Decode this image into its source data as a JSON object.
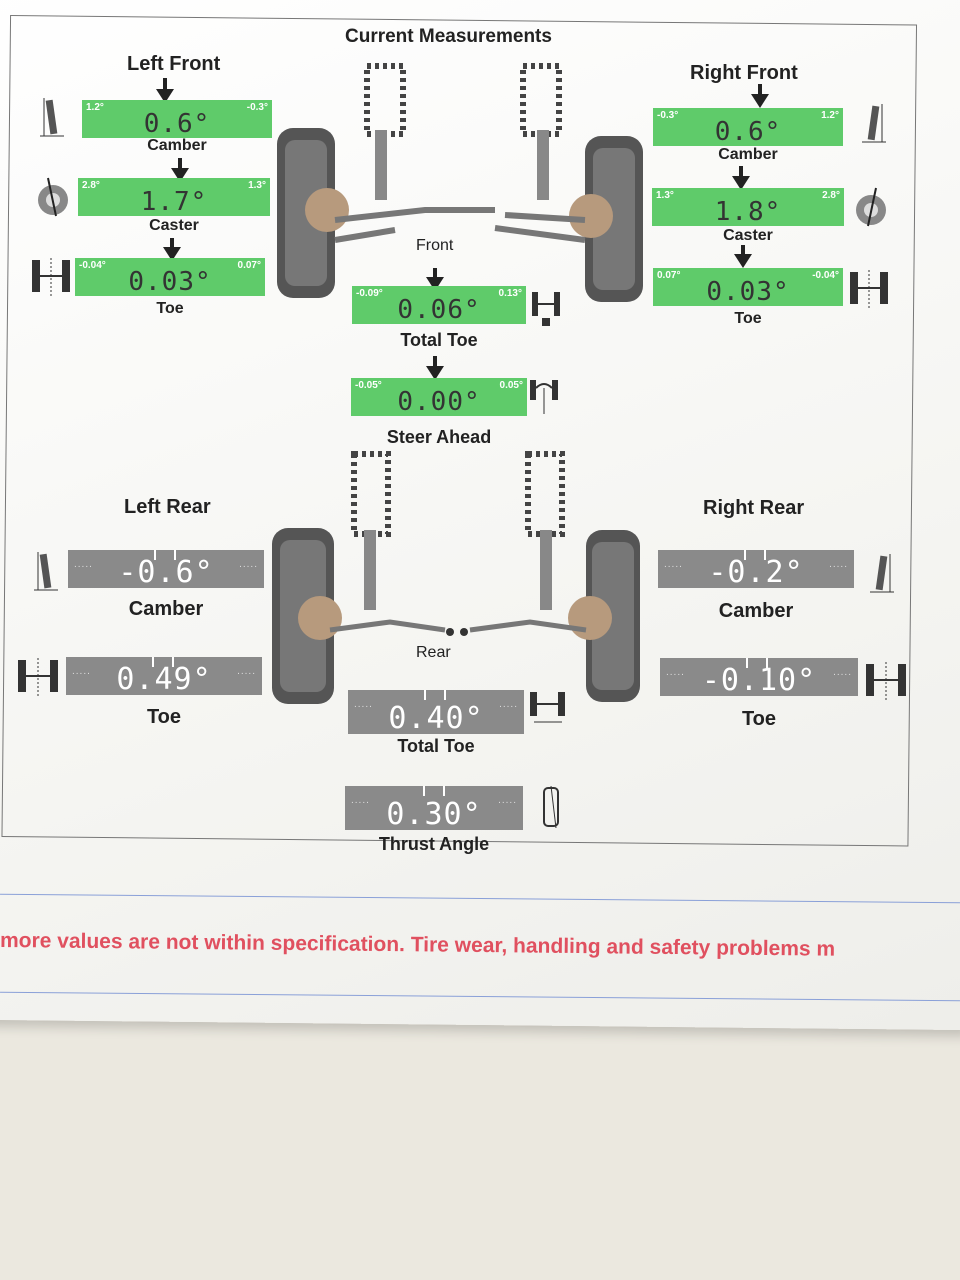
{
  "title": "Current Measurements",
  "left_front": {
    "label": "Left Front",
    "camber": {
      "caption": "Camber",
      "value": "0.6°",
      "min": "1.2°",
      "max": "-0.3°"
    },
    "caster": {
      "caption": "Caster",
      "value": "1.7°",
      "min": "2.8°",
      "max": "1.3°"
    },
    "toe": {
      "caption": "Toe",
      "value": "0.03°",
      "min": "-0.04°",
      "max": "0.07°"
    }
  },
  "right_front": {
    "label": "Right Front",
    "camber": {
      "caption": "Camber",
      "value": "0.6°",
      "min": "-0.3°",
      "max": "1.2°"
    },
    "caster": {
      "caption": "Caster",
      "value": "1.8°",
      "min": "1.3°",
      "max": "2.8°"
    },
    "toe": {
      "caption": "Toe",
      "value": "0.03°",
      "min": "0.07°",
      "max": "-0.04°"
    }
  },
  "front": {
    "label": "Front",
    "total_toe": {
      "caption": "Total Toe",
      "value": "0.06°",
      "min": "-0.09°",
      "max": "0.13°"
    },
    "steer_ahead": {
      "caption": "Steer Ahead",
      "value": "0.00°",
      "min": "-0.05°",
      "max": "0.05°"
    }
  },
  "left_rear": {
    "label": "Left Rear",
    "camber": {
      "caption": "Camber",
      "value": "-0.6°"
    },
    "toe": {
      "caption": "Toe",
      "value": "0.49°"
    }
  },
  "right_rear": {
    "label": "Right Rear",
    "camber": {
      "caption": "Camber",
      "value": "-0.2°"
    },
    "toe": {
      "caption": "Toe",
      "value": "-0.10°"
    }
  },
  "rear": {
    "label": "Rear",
    "total_toe": {
      "caption": "Total Toe",
      "value": "0.40°"
    },
    "thrust_angle": {
      "caption": "Thrust Angle",
      "value": "0.30°"
    }
  },
  "warning": "more values are not within specification.  Tire wear, handling and safety problems m",
  "colors": {
    "in_spec": "#5fcb6a",
    "no_spec": "#8a8a8a",
    "warning": "#e0505f"
  }
}
